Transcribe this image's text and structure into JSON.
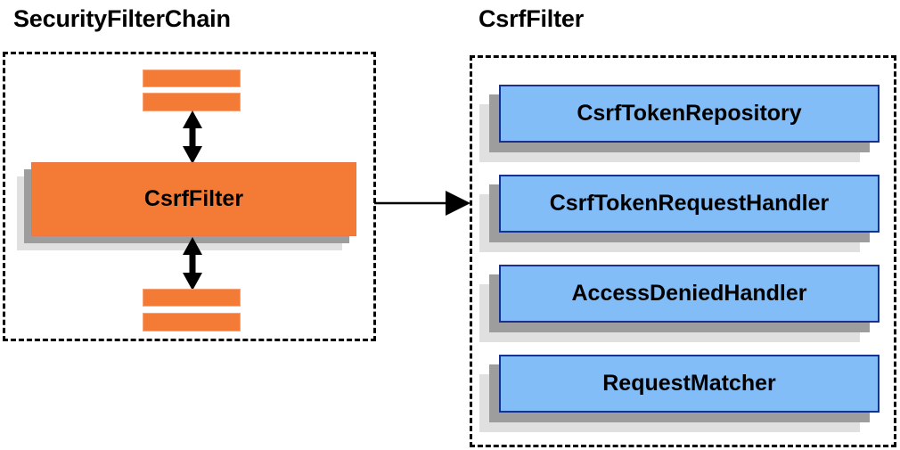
{
  "diagram": {
    "title": "SecurityFilterChain / CsrfFilter collaboration diagram",
    "colors": {
      "orange_fill": "#f47b36",
      "orange_border": "#f8a276",
      "blue_fill": "#82bdf7",
      "blue_border": "#18308f",
      "shadow_dark": "#9d9d9d",
      "shadow_light": "#e0e0e0",
      "stroke": "#000000",
      "background": "#ffffff"
    }
  },
  "panels": [
    {
      "id": "security-filter-chain",
      "title": "SecurityFilterChain",
      "border_style": "dashed"
    },
    {
      "id": "csrf-filter",
      "title": "CsrfFilter",
      "border_style": "dashed"
    }
  ],
  "left_panel": {
    "title": "SecurityFilterChain",
    "top_bars": [
      {
        "id": "filter-bar-top-1",
        "label": ""
      },
      {
        "id": "filter-bar-top-2",
        "label": ""
      }
    ],
    "main_block": {
      "id": "csrf-filter-block",
      "label": "CsrfFilter",
      "fill": "#f47b36"
    },
    "bottom_bars": [
      {
        "id": "filter-bar-bottom-1",
        "label": ""
      },
      {
        "id": "filter-bar-bottom-2",
        "label": ""
      }
    ],
    "connectors": [
      {
        "id": "arrow-up-down-top",
        "type": "double-headed-vertical"
      },
      {
        "id": "arrow-up-down-bottom",
        "type": "double-headed-vertical"
      }
    ]
  },
  "right_panel": {
    "title": "CsrfFilter",
    "components": [
      {
        "id": "csrf-token-repository",
        "label": "CsrfTokenRepository"
      },
      {
        "id": "csrf-token-request-handler",
        "label": "CsrfTokenRequestHandler"
      },
      {
        "id": "access-denied-handler",
        "label": "AccessDeniedHandler"
      },
      {
        "id": "request-matcher",
        "label": "RequestMatcher"
      }
    ]
  },
  "cross_panel_connector": {
    "id": "csrf-filter-expands-to",
    "type": "single-headed-horizontal-arrow",
    "label": ""
  }
}
